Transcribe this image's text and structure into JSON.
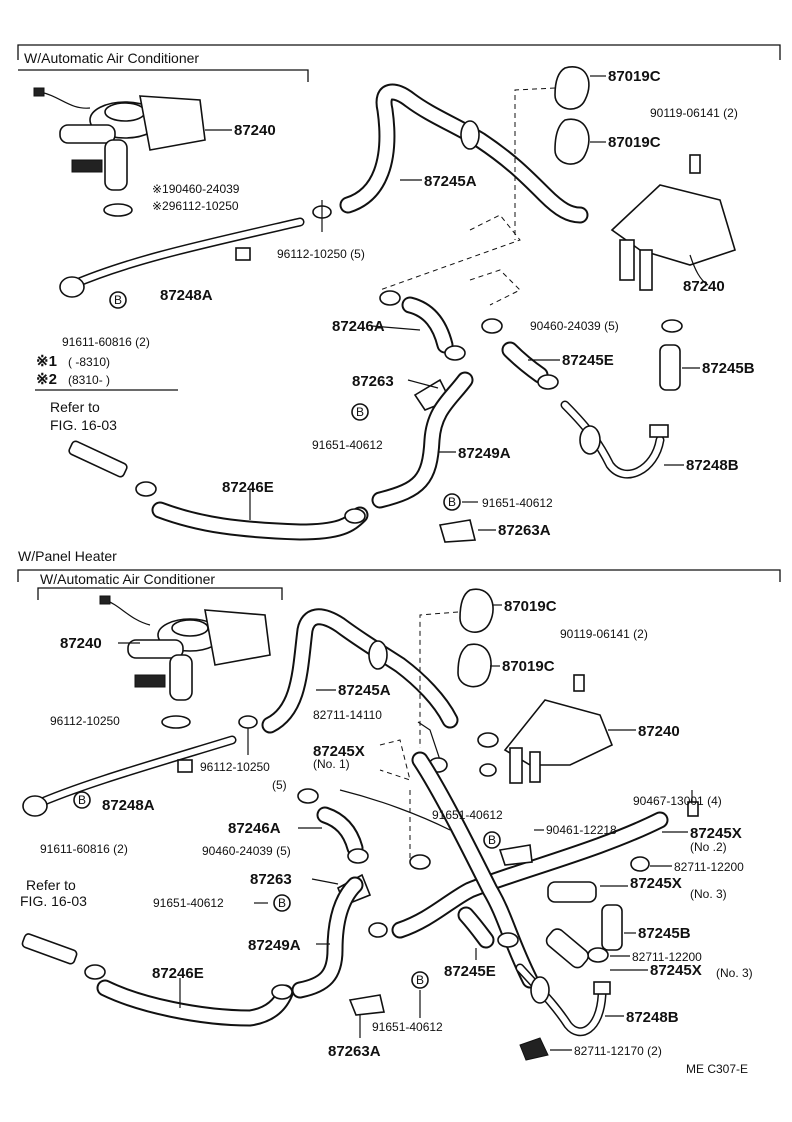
{
  "sections": {
    "top": "W/Automatic Air Conditioner",
    "panel": "W/Panel Heater",
    "panel_sub": "W/Automatic Air Conditioner"
  },
  "top": {
    "p87240_valve": "87240",
    "p87019c_a": "87019C",
    "p87019c_b": "87019C",
    "p90119": "90119-06141 (2)",
    "p87240_bracket": "87240",
    "note1": "※190460-24039",
    "note2": "※296112-10250",
    "p87245a": "87245A",
    "p96112": "96112-10250 (5)",
    "p87248a": "87248A",
    "p91611": "91611-60816 (2)",
    "key1_mark": "※1",
    "key1_range": "(        -8310)",
    "key2_mark": "※2",
    "key2_range": "(8310-        )",
    "p87246a": "87246A",
    "p90460": "90460-24039 (5)",
    "p87245e": "87245E",
    "p87263": "87263",
    "p87245b": "87245B",
    "refer": "Refer to",
    "fig": "FIG. 16-03",
    "p91651_a": "91651-40612",
    "p87249a": "87249A",
    "p87248b": "87248B",
    "p87246e": "87246E",
    "p91651_b": "91651-40612",
    "p87263a": "87263A"
  },
  "bottom": {
    "p87019c_a": "87019C",
    "p87240_valve": "87240",
    "p87019c_b": "87019C",
    "p90119": "90119-06141 (2)",
    "p87245a": "87245A",
    "p96112_a": "96112-10250",
    "p82711_14110": "82711-14110",
    "p87240_bracket": "87240",
    "p96112_b": "96112-10250",
    "p87245x_no1": "87245X",
    "no1": "(No. 1)",
    "five": "(5)",
    "p87248a": "87248A",
    "p90467": "90467-13001 (4)",
    "p91611": "91611-60816 (2)",
    "p91651_a": "91651-40612",
    "p90461": "90461-12218",
    "p87246a": "87246A",
    "p87245x_no2": "87245X",
    "no2": "(No .2)",
    "p90460": "90460-24039 (5)",
    "p82711_12200_a": "82711-12200",
    "p87263": "87263",
    "p87245x_no3": "87245X",
    "no3": "(No. 3)",
    "refer": "Refer to",
    "fig": "FIG. 16-03",
    "p91651_b": "91651-40612",
    "p87245b": "87245B",
    "p87249a": "87249A",
    "p82711_12200_b": "82711-12200",
    "p87245e": "87245E",
    "p87245x_no3b": "87245X",
    "no3b": "(No. 3)",
    "p87246e": "87246E",
    "p87248b": "87248B",
    "p91651_c": "91651-40612",
    "p87263a": "87263A",
    "p82711_12170": "82711-12170 (2)",
    "code": "ME C307-E"
  }
}
